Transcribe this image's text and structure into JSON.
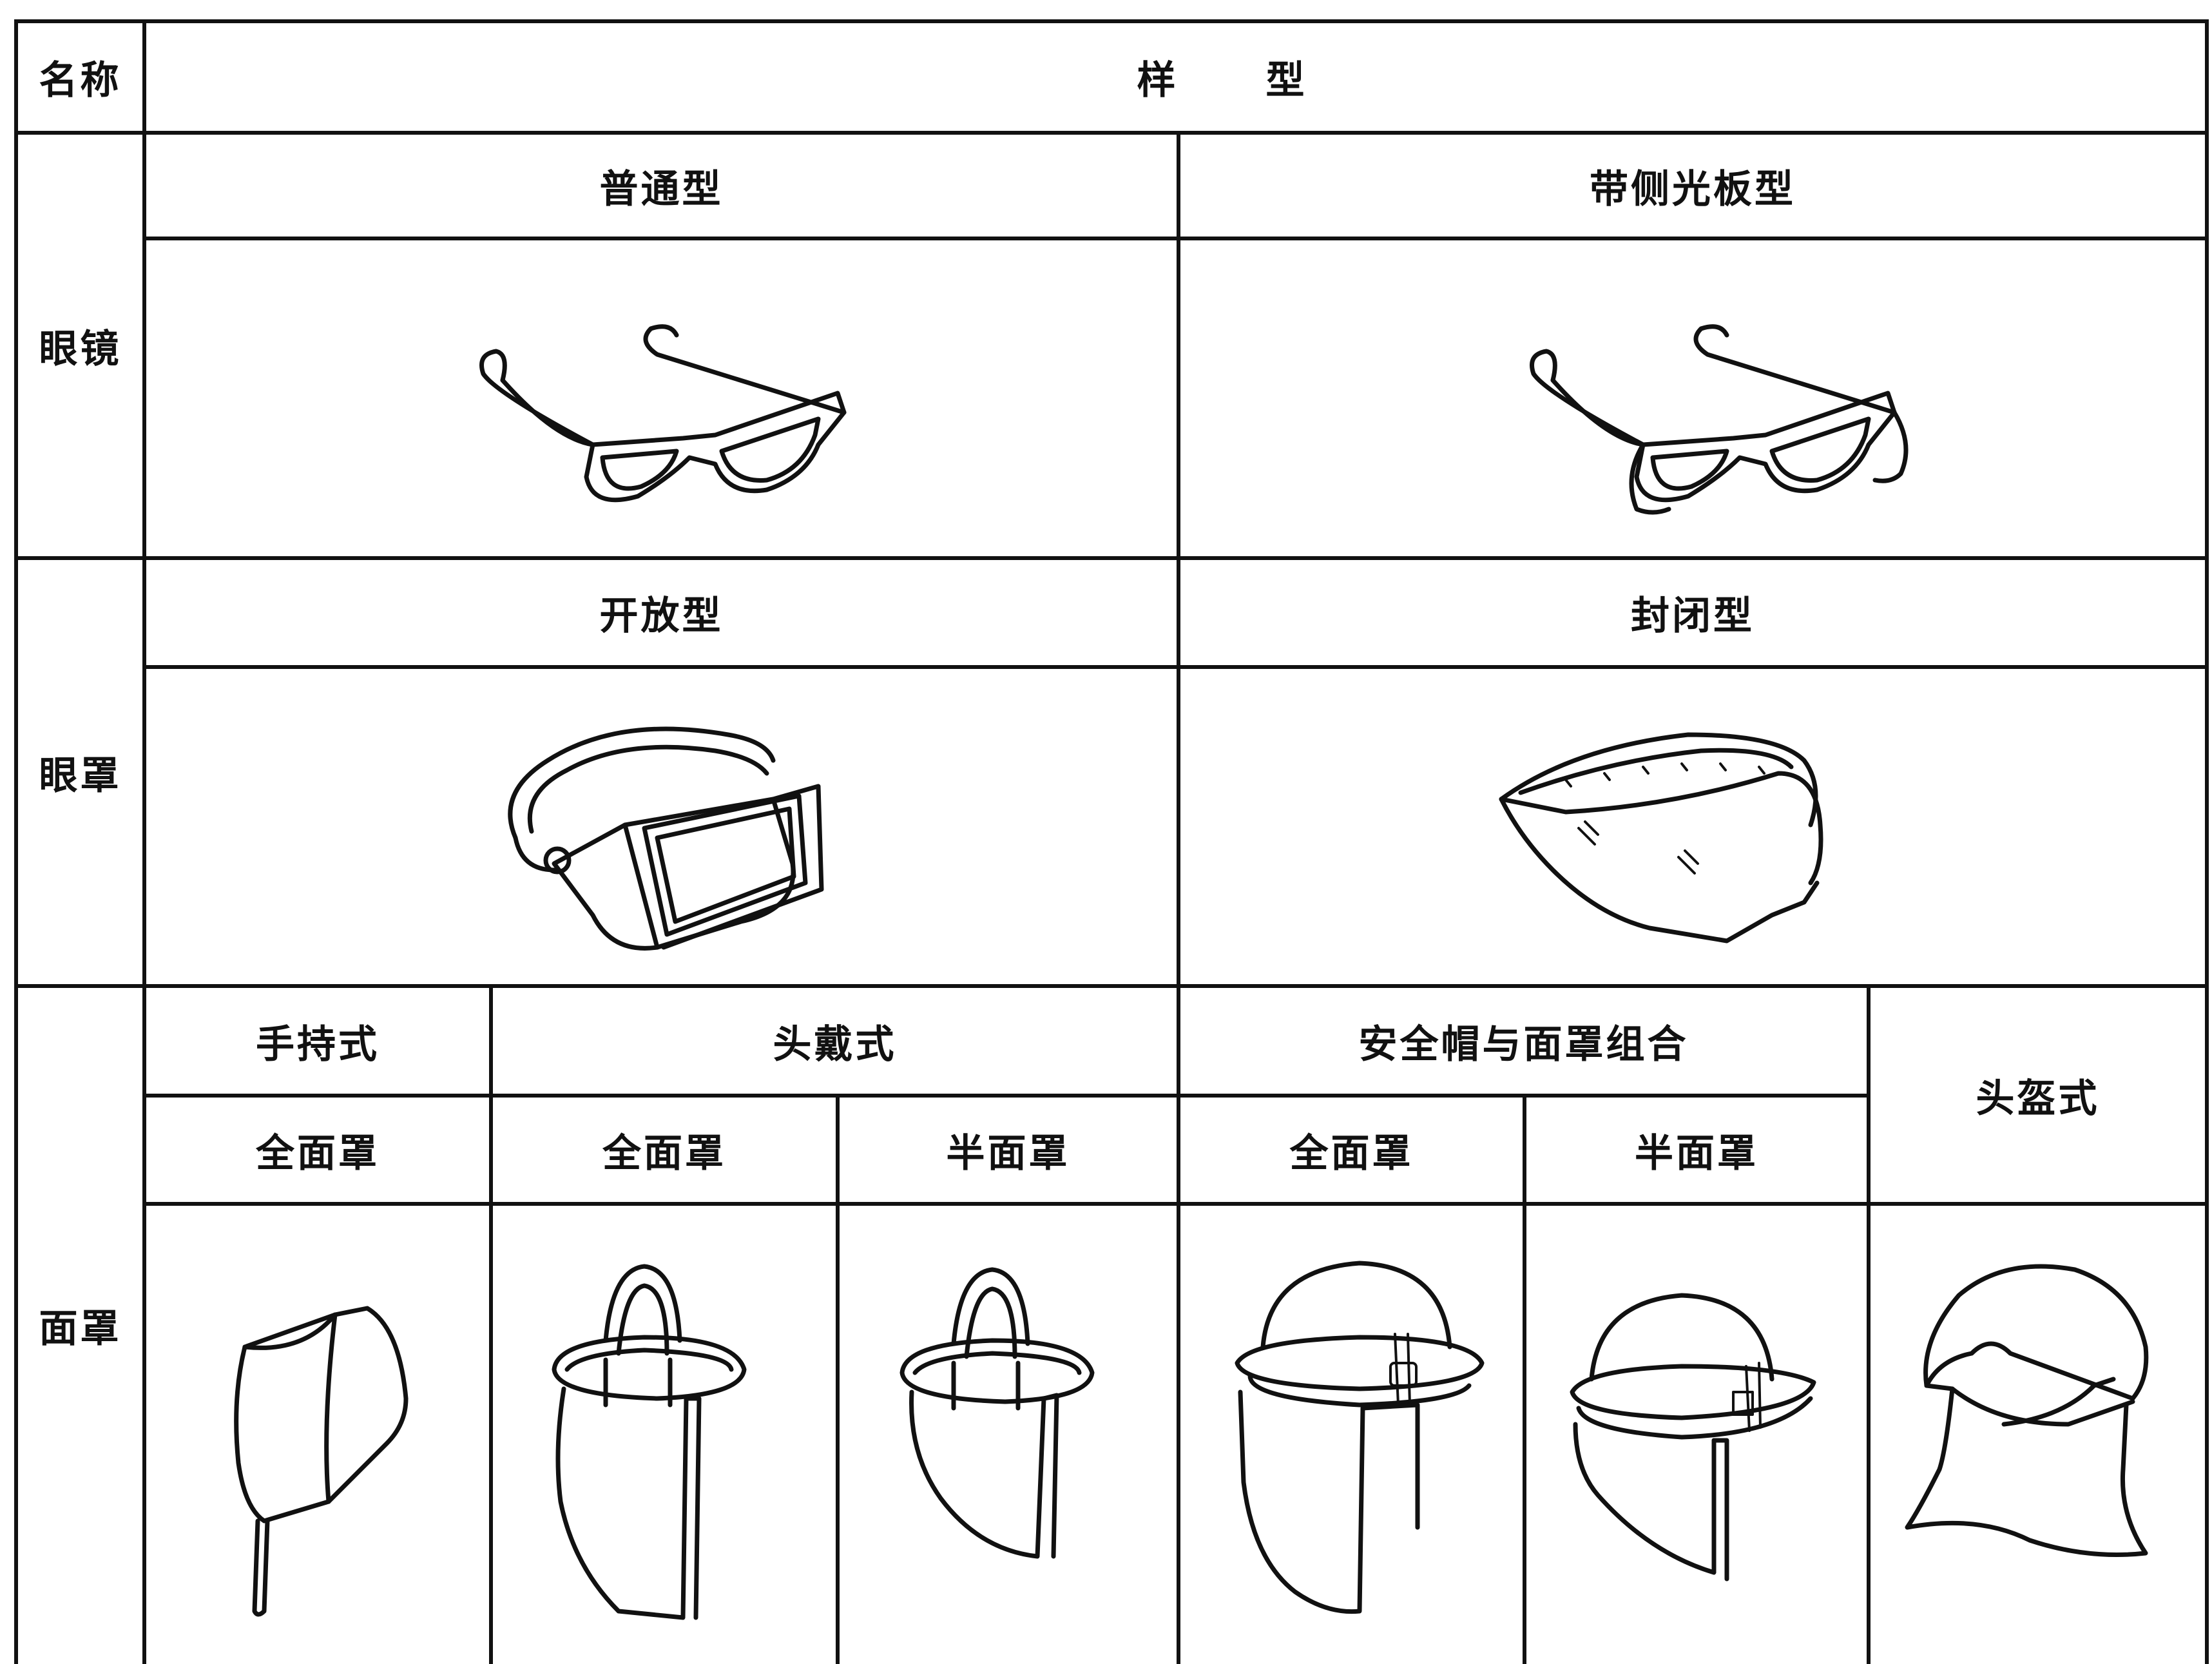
{
  "header": {
    "name_col": "名称",
    "style_col": "样型"
  },
  "rows": {
    "glasses": {
      "name": "眼镜",
      "types": [
        "普通型",
        "带侧光板型"
      ]
    },
    "goggles": {
      "name": "眼罩",
      "types": [
        "开放型",
        "封闭型"
      ]
    },
    "masks": {
      "name": "面罩",
      "groups": [
        "手持式",
        "头戴式",
        "安全帽与面罩组合",
        "头盔式"
      ],
      "subtypes": [
        "全面罩",
        "全面罩",
        "半面罩",
        "全面罩",
        "半面罩"
      ]
    }
  },
  "icons": [
    "plain-glasses-icon",
    "side-shield-glasses-icon",
    "open-goggles-icon",
    "closed-goggles-icon",
    "handheld-full-mask-icon",
    "headgear-full-mask-icon",
    "headgear-half-mask-icon",
    "hardhat-full-mask-icon",
    "hardhat-half-mask-icon",
    "helmet-mask-icon"
  ]
}
